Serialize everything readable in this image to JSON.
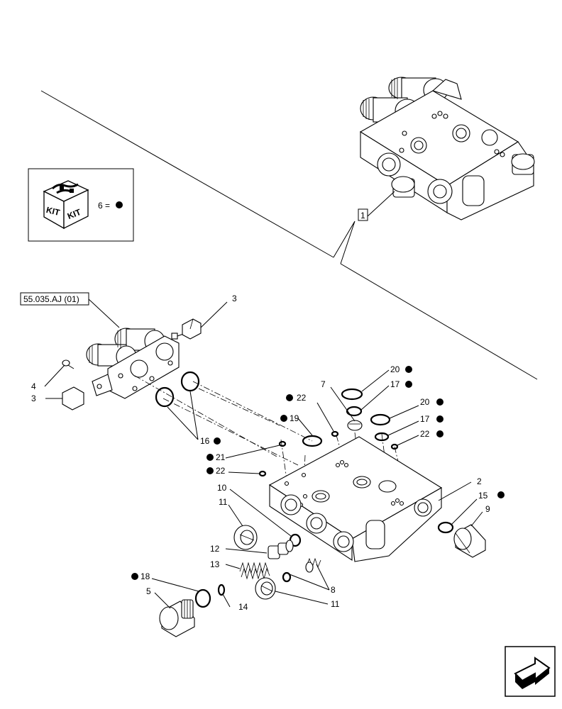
{
  "kit_legend": {
    "icon_text_left": "KIT",
    "icon_text_right": "KIT",
    "equation": "6 ="
  },
  "reference_label": "55.035.AJ (01)",
  "callouts": {
    "c1": "1",
    "c2": "2",
    "c3a": "3",
    "c3b": "3",
    "c4": "4",
    "c5": "5",
    "c7": "7",
    "c8": "8",
    "c9": "9",
    "c10": "10",
    "c11a": "11",
    "c11b": "11",
    "c12": "12",
    "c13": "13",
    "c14": "14",
    "c15": "15",
    "c16": "16",
    "c17a": "17",
    "c17b": "17",
    "c18": "18",
    "c19": "19",
    "c20a": "20",
    "c20b": "20",
    "c21": "21",
    "c22a": "22",
    "c22b": "22",
    "c22c": "22"
  }
}
